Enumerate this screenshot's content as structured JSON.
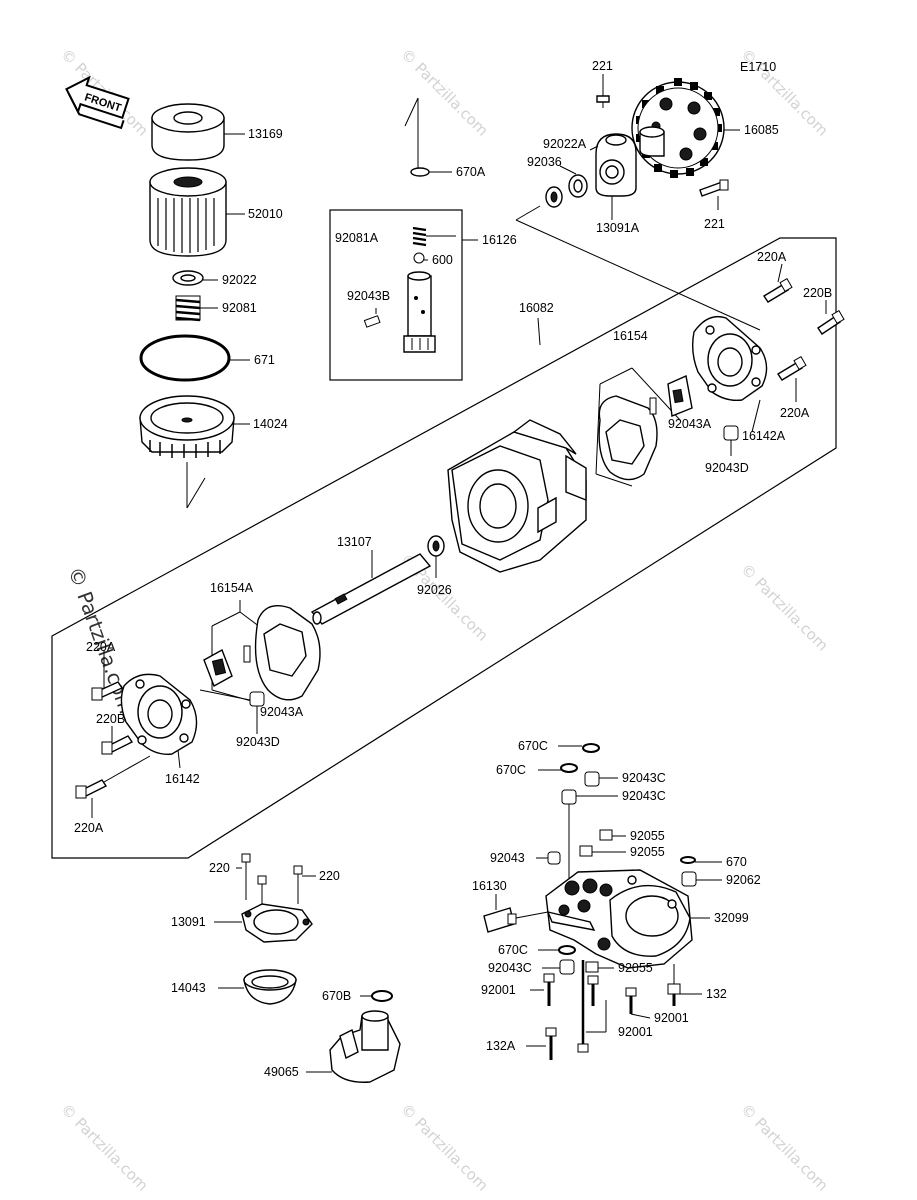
{
  "diagram_code": "E1710",
  "front_badge": "FRONT",
  "watermark": "© Partzilla.com",
  "parts": {
    "p13169": "13169",
    "p52010": "52010",
    "p92022": "92022",
    "p92081": "92081",
    "p671": "671",
    "p14024": "14024",
    "p670A": "670A",
    "p92081A": "92081A",
    "p16126": "16126",
    "p600": "600",
    "p92043B": "92043B",
    "p221a": "221",
    "p221b": "221",
    "p16085": "16085",
    "p92022A": "92022A",
    "p92036": "92036",
    "p13091A": "13091A",
    "p220A_1": "220A",
    "p220B_1": "220B",
    "p220A_2": "220A",
    "p16082": "16082",
    "p16154": "16154",
    "p92043A_1": "92043A",
    "p16142A": "16142A",
    "p92043D_1": "92043D",
    "p13107": "13107",
    "p92026": "92026",
    "p16154A": "16154A",
    "p220A_3": "220A",
    "p220B_2": "220B",
    "p92043A_2": "92043A",
    "p92043D_2": "92043D",
    "p16142": "16142",
    "p220A_4": "220A",
    "p670C_1": "670C",
    "p670C_2": "670C",
    "p92043C_1": "92043C",
    "p92043C_2": "92043C",
    "p92055_1": "92055",
    "p92055_2": "92055",
    "p92043": "92043",
    "p670": "670",
    "p92062": "92062",
    "p16130": "16130",
    "p32099": "32099",
    "p670C_3": "670C",
    "p92043C_3": "92043C",
    "p92055_3": "92055",
    "p92001_1": "92001",
    "p132": "132",
    "p92001_2": "92001",
    "p132A": "132A",
    "p92001_3": "92001",
    "p220_1": "220",
    "p220_2": "220",
    "p13091": "13091",
    "p14043": "14043",
    "p670B": "670B",
    "p49065": "49065"
  }
}
